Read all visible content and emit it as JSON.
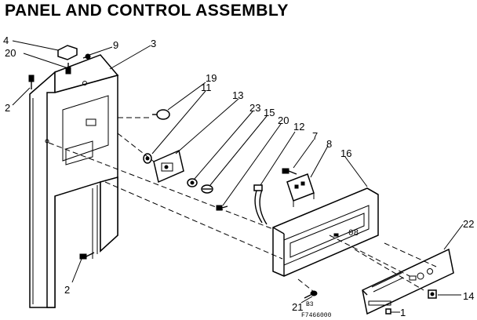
{
  "title": "PANEL AND CONTROL ASSEMBLY",
  "callouts": {
    "c4": "4",
    "c20a": "20",
    "c9": "9",
    "c3": "3",
    "c2a": "2",
    "c19": "19",
    "c11": "11",
    "c13": "13",
    "c23": "23",
    "c15": "15",
    "c20b": "20",
    "c12": "12",
    "c7": "7",
    "c8": "8",
    "c16": "16",
    "c22": "22",
    "c14": "14",
    "c1": "1",
    "c21": "21",
    "c2b": "2"
  },
  "diagram_id": {
    "code_small": "B3",
    "code_large": "F7466000"
  },
  "display_text": "08"
}
